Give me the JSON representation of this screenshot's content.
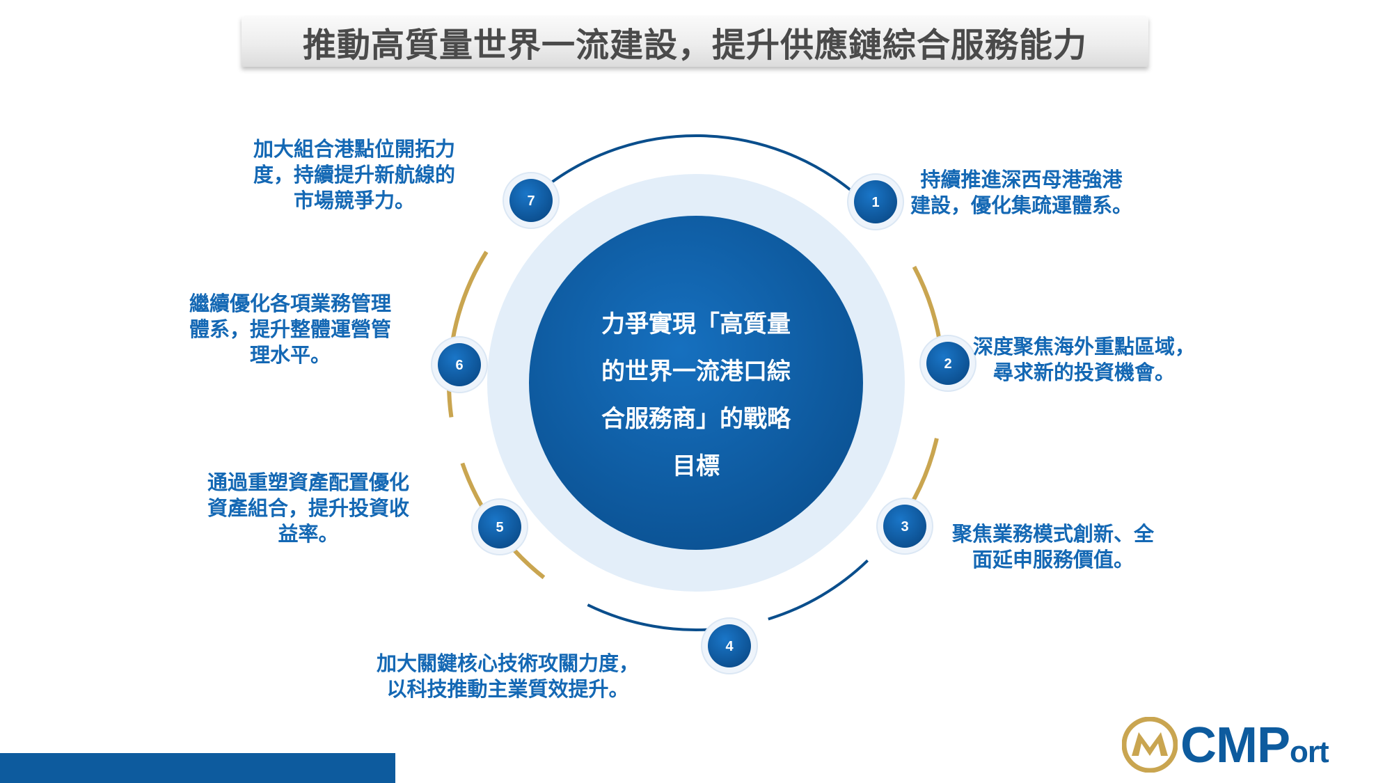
{
  "title": "推動高質量世界一流建設，提升供應鏈綜合服務能力",
  "center": {
    "lines": [
      "力爭實現「高質量",
      "的世界一流港口綜",
      "合服務商」的戰略",
      "目標"
    ]
  },
  "items": [
    {
      "number": "1",
      "lines": [
        "持續推進深西母港強港",
        "建設，優化集疏運體系。"
      ]
    },
    {
      "number": "2",
      "lines": [
        "深度聚焦海外重點區域，",
        "尋求新的投資機會。"
      ]
    },
    {
      "number": "3",
      "lines": [
        "聚焦業務模式創新、全",
        "面延申服務價值。"
      ]
    },
    {
      "number": "4",
      "lines": [
        "加大關鍵核心技術攻關力度，",
        "以科技推動主業質效提升。"
      ]
    },
    {
      "number": "5",
      "lines": [
        "通過重塑資產配置優化",
        "資產組合，提升投資收",
        "益率。"
      ]
    },
    {
      "number": "6",
      "lines": [
        "繼續優化各項業務管理",
        "體系，提升整體運營管",
        "理水平。"
      ]
    },
    {
      "number": "7",
      "lines": [
        "加大組合港點位開拓力",
        "度，持續提升新航線的",
        "市場競爭力。"
      ]
    }
  ],
  "logo": {
    "text_big": "CMP",
    "text_small": "ort"
  },
  "colors": {
    "primary_blue": "#0d5b9e",
    "dark_blue": "#0a4e8c",
    "text_blue": "#1468b4",
    "gold": "#c9a550",
    "light_blue": "#e3eef9"
  }
}
